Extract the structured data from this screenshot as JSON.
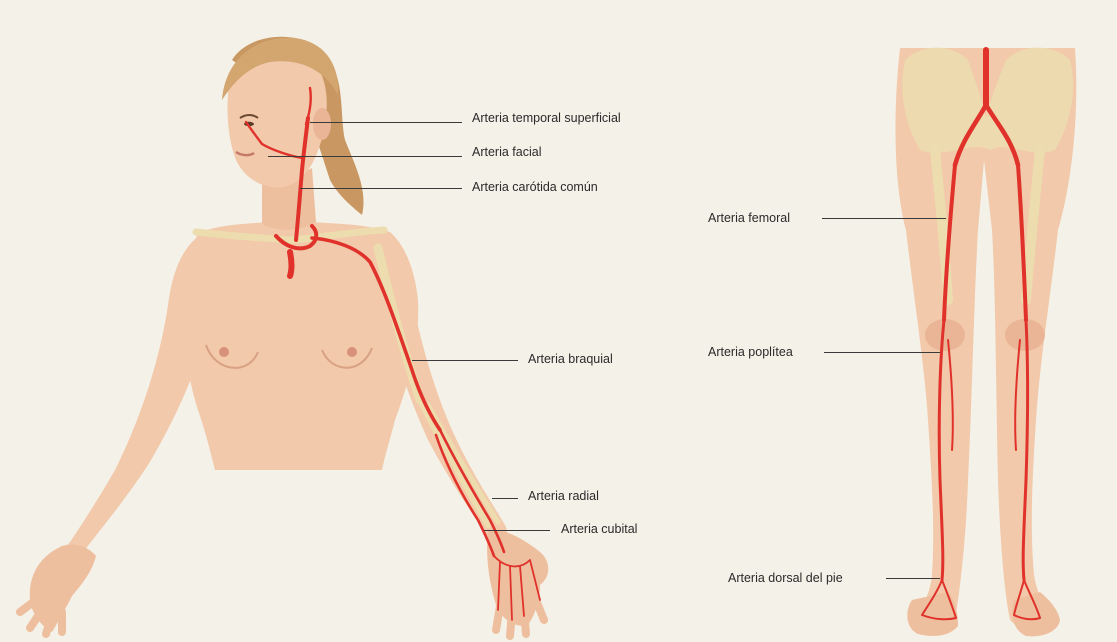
{
  "colors": {
    "background": "#f4f1e8",
    "skin": "#f2c9aa",
    "skin_shade": "#e5b08f",
    "artery": "#e0322b",
    "bone": "#ecdcae",
    "hair": "#c99862",
    "leader_line": "#3a3a3a"
  },
  "labels": {
    "temporal": "Arteria temporal superficial",
    "facial": "Arteria facial",
    "carotida": "Arteria carótida común",
    "braquial": "Arteria braquial",
    "radial": "Arteria radial",
    "cubital": "Arteria cubital",
    "femoral": "Arteria femoral",
    "poplitea": "Arteria poplítea",
    "dorsal_pie": "Arteria dorsal del pie"
  }
}
